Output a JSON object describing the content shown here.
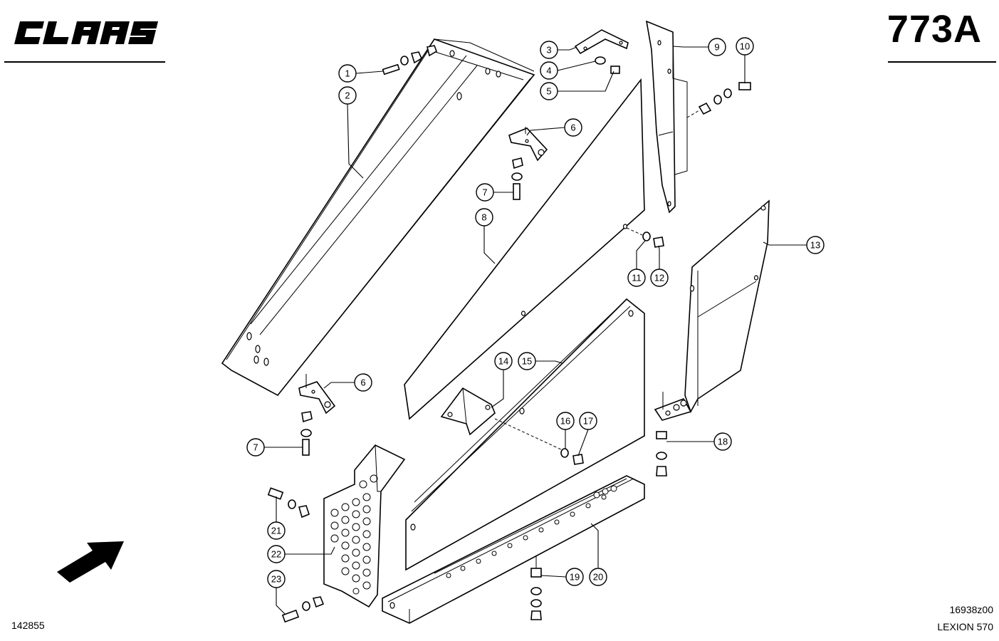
{
  "header": {
    "brand": "CLAAS",
    "page_number": "773A"
  },
  "footer": {
    "document_code": "142855",
    "drawing_id": "16938z00",
    "model": "LEXION 570"
  },
  "callouts": [
    {
      "id": "c1",
      "label": "1"
    },
    {
      "id": "c2",
      "label": "2"
    },
    {
      "id": "c3",
      "label": "3"
    },
    {
      "id": "c4",
      "label": "4"
    },
    {
      "id": "c5",
      "label": "5"
    },
    {
      "id": "c6a",
      "label": "6"
    },
    {
      "id": "c6b",
      "label": "6"
    },
    {
      "id": "c7a",
      "label": "7"
    },
    {
      "id": "c7b",
      "label": "7"
    },
    {
      "id": "c8",
      "label": "8"
    },
    {
      "id": "c9",
      "label": "9"
    },
    {
      "id": "c10",
      "label": "10"
    },
    {
      "id": "c11",
      "label": "11"
    },
    {
      "id": "c12",
      "label": "12"
    },
    {
      "id": "c13",
      "label": "13"
    },
    {
      "id": "c14",
      "label": "14"
    },
    {
      "id": "c15",
      "label": "15"
    },
    {
      "id": "c16",
      "label": "16"
    },
    {
      "id": "c17",
      "label": "17"
    },
    {
      "id": "c18",
      "label": "18"
    },
    {
      "id": "c19",
      "label": "19"
    },
    {
      "id": "c20",
      "label": "20"
    },
    {
      "id": "c21",
      "label": "21"
    },
    {
      "id": "c22",
      "label": "22"
    },
    {
      "id": "c23",
      "label": "23"
    }
  ],
  "icons": {
    "direction_arrow": "arrow-up-right-icon"
  }
}
